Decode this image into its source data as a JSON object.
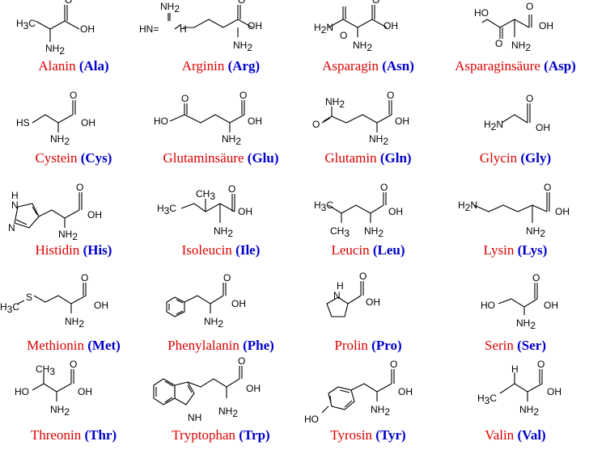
{
  "colors": {
    "name": "#dd0000",
    "code": "#0000cc",
    "structure": "#000000"
  },
  "amino_acids": [
    {
      "name": "Alanin",
      "code": "(Ala)"
    },
    {
      "name": "Arginin",
      "code": "(Arg)"
    },
    {
      "name": "Asparagin",
      "code": "(Asn)"
    },
    {
      "name": "Asparaginsäure",
      "code": "(Asp)"
    },
    {
      "name": "Cystein",
      "code": "(Cys)"
    },
    {
      "name": "Glutaminsäure",
      "code": "(Glu)"
    },
    {
      "name": "Glutamin",
      "code": "(Gln)"
    },
    {
      "name": "Glycin",
      "code": "(Gly)"
    },
    {
      "name": "Histidin",
      "code": "(His)"
    },
    {
      "name": "Isoleucin",
      "code": "(Ile)"
    },
    {
      "name": "Leucin",
      "code": "(Leu)"
    },
    {
      "name": "Lysin",
      "code": "(Lys)"
    },
    {
      "name": "Methionin",
      "code": "(Met)"
    },
    {
      "name": "Phenylalanin",
      "code": "(Phe)"
    },
    {
      "name": "Prolin",
      "code": "(Pro)"
    },
    {
      "name": "Serin",
      "code": "(Ser)"
    },
    {
      "name": "Threonin",
      "code": "(Thr)"
    },
    {
      "name": "Tryptophan",
      "code": "(Trp)"
    },
    {
      "name": "Tyrosin",
      "code": "(Tyr)"
    },
    {
      "name": "Valin",
      "code": "(Val)"
    }
  ],
  "atoms": {
    "oh": "OH",
    "ho": "HO",
    "o": "O",
    "n": "N",
    "h": "H",
    "nh2": "NH2",
    "h2n": "H2N",
    "nh": "NH",
    "hn": "HN",
    "hs": "HS",
    "s": "S",
    "ch3": "CH3",
    "h3c": "H3C",
    "hn_imine": "HN="
  }
}
